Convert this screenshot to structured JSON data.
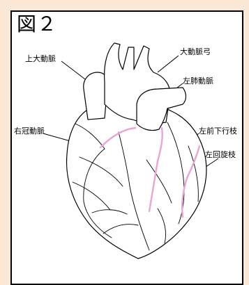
{
  "figure": {
    "title": "図２",
    "labels": {
      "superior_vena_cava": "上大動脈",
      "aortic_arch": "大動脈弓",
      "left_pulmonary_artery": "左肺動脈",
      "right_coronary_artery": "右冠動脈",
      "left_anterior_descending": "左前下行枝",
      "left_circumflex": "左回旋枝"
    },
    "colors": {
      "background": "#fbe8d6",
      "panel": "#ffffff",
      "outline": "#000000",
      "vessel_highlight": "#e7a6d4"
    }
  }
}
